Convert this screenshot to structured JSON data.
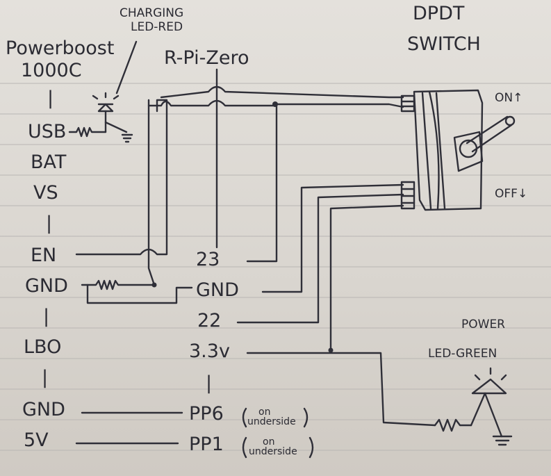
{
  "powerboost": {
    "title": "Powerboost",
    "model": "1000C",
    "pins": [
      "|",
      "USB",
      "BAT",
      "VS",
      "|",
      "EN",
      "GND",
      "|",
      "LBO",
      "|",
      "GND",
      "5V"
    ]
  },
  "charging_led": {
    "line1": "CHARGING",
    "line2": "LED-RED"
  },
  "rpi": {
    "title": "R-Pi-Zero",
    "pins": [
      "23",
      "GND",
      "22",
      "3.3v",
      "|",
      "PP6",
      "PP1"
    ],
    "note_on": "on",
    "note_underside": "underside"
  },
  "switch": {
    "line1": "DPDT",
    "line2": "SWITCH",
    "on_label": "ON↑",
    "off_label": "OFF↓"
  },
  "power_led": {
    "line1": "POWER",
    "line2": "LED-GREEN"
  },
  "colors": {
    "paper": "#e2dfda",
    "ink": "#2b2b33",
    "rule": "#b9b6b4"
  }
}
